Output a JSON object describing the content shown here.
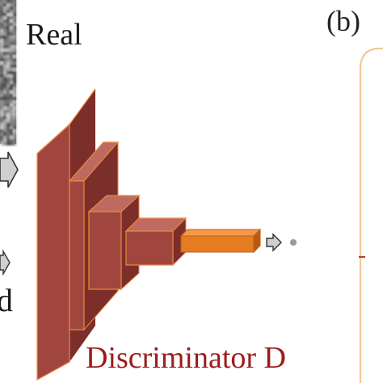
{
  "labels": {
    "real": "Real",
    "partial_left": "d",
    "discriminator": "Discriminator D",
    "panel_b": "(b)"
  },
  "icons": {
    "real_image": "noise-texture-image",
    "input_arrow": "block-arrow-icon",
    "output_arrow": "block-arrow-icon",
    "output_node": "dot-icon"
  },
  "colors": {
    "discriminator_red": "#9e1b1b",
    "layer_face": "#a0463f",
    "layer_top": "#bf6a60",
    "layer_side": "#7c2e2a",
    "layer_edge": "#e88a3c",
    "output_bar": "#e57c22",
    "panel_border": "#f0c79a",
    "accent_red": "#c0392b"
  }
}
